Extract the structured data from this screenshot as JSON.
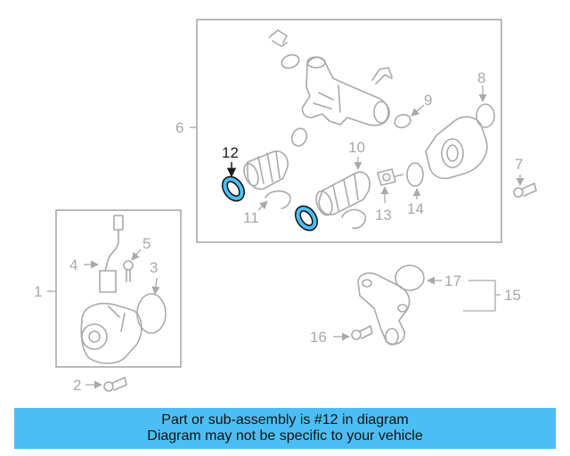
{
  "diagram": {
    "callouts": {
      "c1": "1",
      "c2": "2",
      "c3": "3",
      "c4": "4",
      "c5": "5",
      "c6": "6",
      "c7": "7",
      "c8": "8",
      "c9": "9",
      "c10": "10",
      "c11": "11",
      "c12": "12",
      "c13": "13",
      "c14": "14",
      "c15": "15",
      "c16": "16",
      "c17": "17"
    },
    "highlighted_part": "12",
    "highlight_color": "#4dbef4",
    "line_color": "#a9a9a9"
  },
  "banner": {
    "line1": "Part or sub-assembly is #12 in diagram",
    "line2": "Diagram may not be specific to your vehicle",
    "background": "#4dbef4"
  }
}
